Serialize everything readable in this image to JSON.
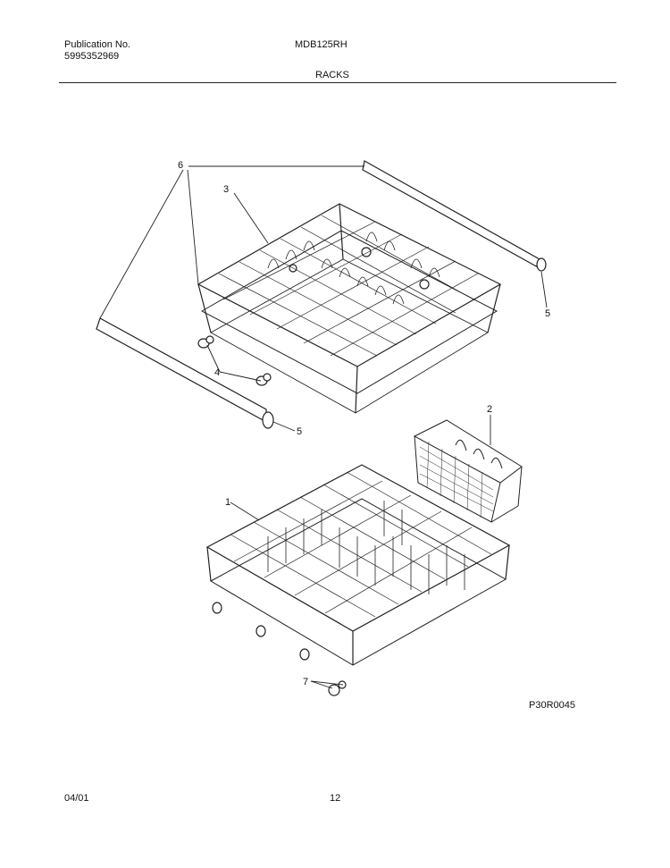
{
  "header": {
    "publication_label": "Publication No.",
    "publication_number": "5995352969",
    "model": "MDB125RH",
    "section_title": "RACKS"
  },
  "diagram": {
    "callouts": [
      {
        "id": "1",
        "part": "lower-rack"
      },
      {
        "id": "2",
        "part": "silverware-basket"
      },
      {
        "id": "3",
        "part": "upper-rack"
      },
      {
        "id": "4",
        "part": "upper-rack-wheel"
      },
      {
        "id": "5",
        "part": "track-end-cap"
      },
      {
        "id": "6",
        "part": "rack-track"
      },
      {
        "id": "7",
        "part": "lower-rack-wheel"
      }
    ],
    "figure_code": "P30R0045"
  },
  "footer": {
    "date": "04/01",
    "page_number": "12"
  }
}
